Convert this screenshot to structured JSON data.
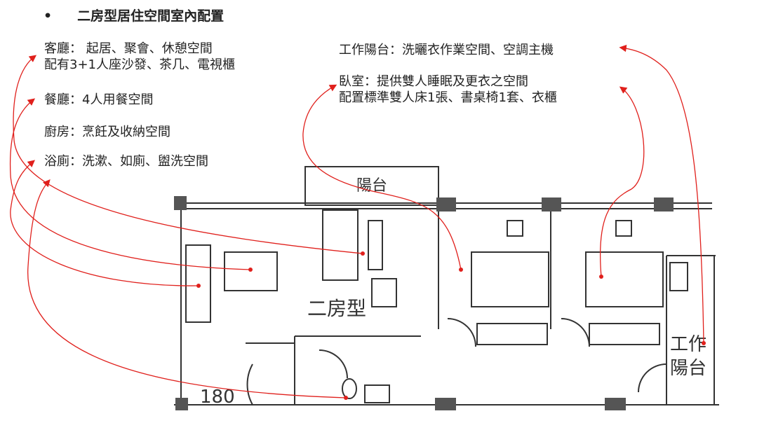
{
  "title": {
    "bullet": "•",
    "text": "二房型居住空間室內配置"
  },
  "left_items": [
    {
      "line1": "客廳： 起居、聚會、休憩空間",
      "line2": "配有3+1人座沙發、茶几、電視櫃"
    },
    {
      "line1": "餐廳：4人用餐空間"
    },
    {
      "line1": "廚房：烹飪及收納空間"
    },
    {
      "line1": "浴廁：洗漱、如廁、盥洗空間"
    }
  ],
  "right_items": [
    {
      "line1": "工作陽台：洗曬衣作業空間、空調主機"
    },
    {
      "line1": "臥室：提供雙人睡眠及更衣之空間",
      "line2": "配置標準雙人床1張、書桌椅1套、衣櫃"
    }
  ],
  "plan": {
    "balcony": "陽台",
    "unit_type": "二房型",
    "work_balcony_1": "工作",
    "work_balcony_2": "陽台",
    "dimension": "180"
  },
  "colors": {
    "arrow": "#e0201c",
    "wall": "#333333"
  }
}
